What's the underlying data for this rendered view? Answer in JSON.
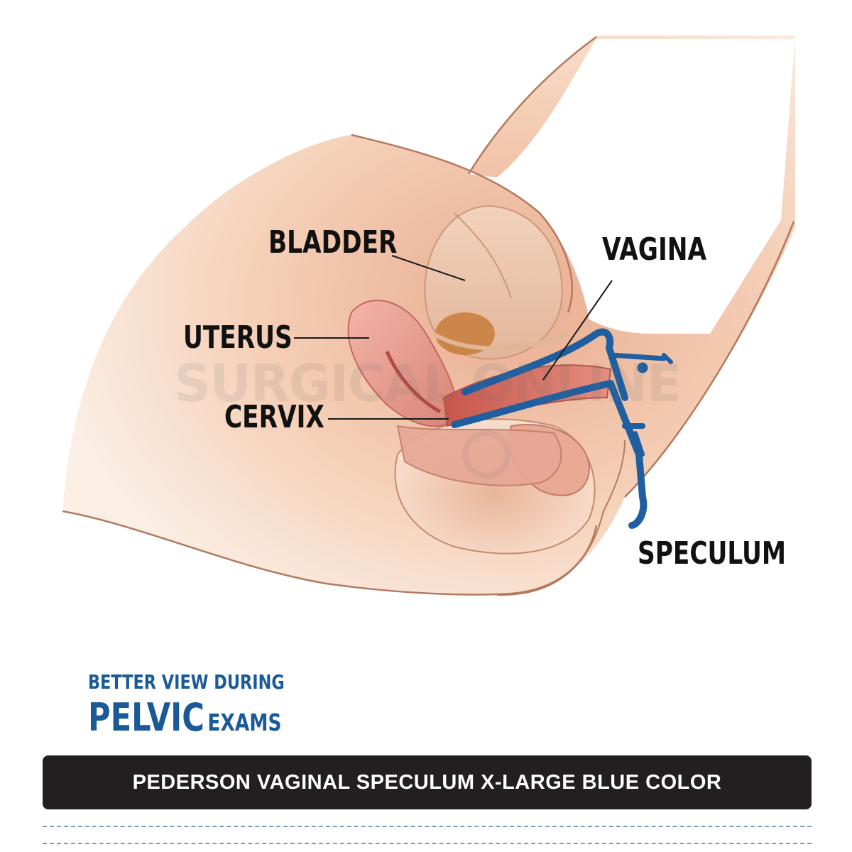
{
  "labels": {
    "bladder": "BLADDER",
    "vagina": "VAGINA",
    "uterus": "UTERUS",
    "cervix": "CERVIX",
    "speculum": "SPECULUM"
  },
  "watermark": "SURGICAL ONLINE",
  "tagline": {
    "line1": "BETTER VIEW DURING",
    "line2_big": "PELVIC",
    "line2_small": "EXAMS"
  },
  "banner": {
    "title": "PEDERSON VAGINAL SPECULUM X-LARGE BLUE COLOR"
  },
  "colors": {
    "skin": "#f2c7a8",
    "tissue": "#e59a8a",
    "speculum": "#1f5fa0",
    "tagline": "#1a5a96",
    "banner": "#231f20"
  }
}
